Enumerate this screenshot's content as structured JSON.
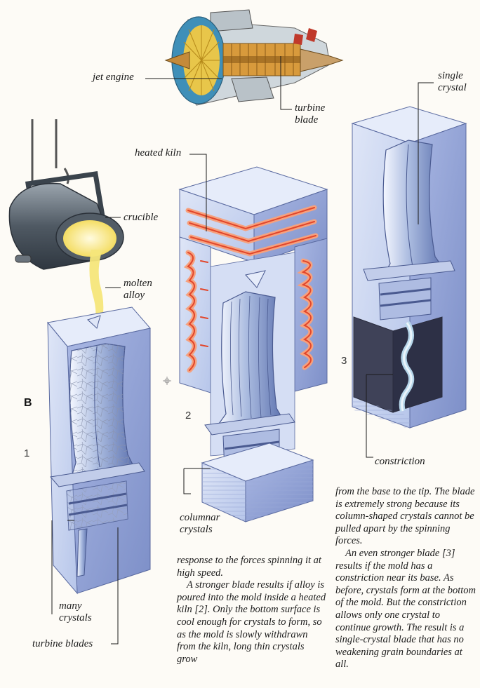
{
  "section_letter": "B",
  "step_numbers": [
    "1",
    "2",
    "3"
  ],
  "labels": {
    "jet_engine": "jet engine",
    "turbine_blade": "turbine\nblade",
    "heated_kiln": "heated kiln",
    "single_crystal": "single\ncrystal",
    "crucible": "crucible",
    "molten_alloy": "molten\nalloy",
    "columnar_crystals": "columnar\ncrystals",
    "constriction": "constriction",
    "many_crystals": "many\ncrystals",
    "turbine_blades": "turbine blades"
  },
  "text_columns": {
    "middle": [
      "response to the forces spinning it at high speed.",
      "A stronger blade results if alloy is poured into the mold inside a heated kiln [2]. Only the bottom surface is cool enough for crystals to form, so as the mold is slowly withdrawn from the kiln, long thin crystals grow"
    ],
    "right": [
      "from the base to the tip. The blade is extremely strong because its column-shaped crystals cannot be pulled apart by the spinning forces.",
      "An even stronger blade [3] results if the mold has a constriction near its base. As before, crystals form at the bottom of the mold. But the constriction allows only one crystal to continue growth. The result is a single-crystal blade that has no weakening grain boundaries at all."
    ]
  },
  "colors": {
    "block_front": "#c9d6f1",
    "block_side": "#8e9fd4",
    "block_top": "#e6ecfa",
    "kiln_red": "#e2462b",
    "kiln_glow": "#f6a17e",
    "molten": "#f7e97a",
    "crucible": "#5b6672"
  }
}
